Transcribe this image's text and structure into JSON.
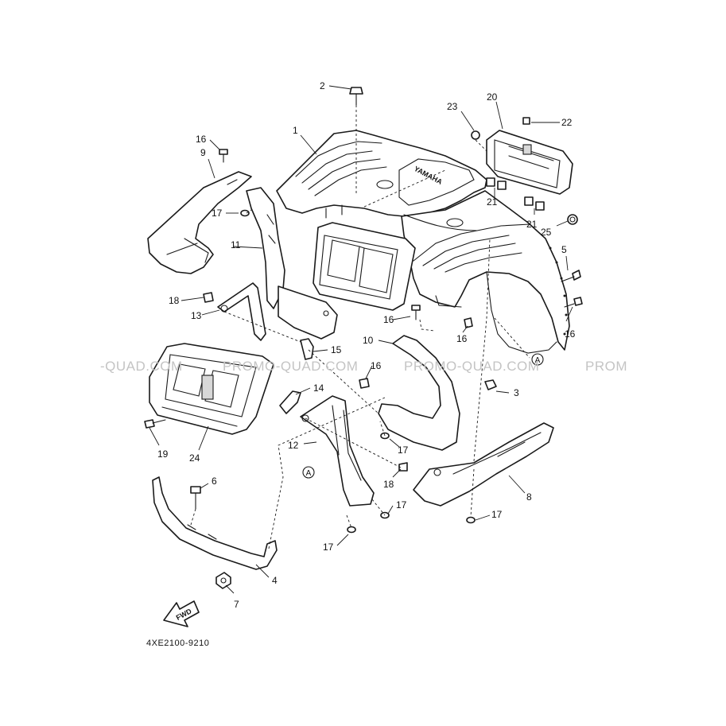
{
  "callouts": [
    {
      "id": "c1",
      "text": "1"
    },
    {
      "id": "c2",
      "text": "2"
    },
    {
      "id": "c3",
      "text": "3"
    },
    {
      "id": "c4",
      "text": "4"
    },
    {
      "id": "c5",
      "text": "5"
    },
    {
      "id": "c6",
      "text": "6"
    },
    {
      "id": "c7",
      "text": "7"
    },
    {
      "id": "c8",
      "text": "8"
    },
    {
      "id": "c9",
      "text": "9"
    },
    {
      "id": "c10",
      "text": "10"
    },
    {
      "id": "c11",
      "text": "11"
    },
    {
      "id": "c12",
      "text": "12"
    },
    {
      "id": "c13",
      "text": "13"
    },
    {
      "id": "c14",
      "text": "14"
    },
    {
      "id": "c15",
      "text": "15"
    },
    {
      "id": "c16a",
      "text": "16"
    },
    {
      "id": "c16b",
      "text": "16"
    },
    {
      "id": "c16c",
      "text": "16"
    },
    {
      "id": "c16d",
      "text": "16"
    },
    {
      "id": "c16e",
      "text": "16"
    },
    {
      "id": "c17a",
      "text": "17"
    },
    {
      "id": "c17b",
      "text": "17"
    },
    {
      "id": "c17c",
      "text": "17"
    },
    {
      "id": "c17d",
      "text": "17"
    },
    {
      "id": "c17e",
      "text": "17"
    },
    {
      "id": "c18a",
      "text": "18"
    },
    {
      "id": "c18b",
      "text": "18"
    },
    {
      "id": "c19",
      "text": "19"
    },
    {
      "id": "c20",
      "text": "20"
    },
    {
      "id": "c21a",
      "text": "21"
    },
    {
      "id": "c21b",
      "text": "21"
    },
    {
      "id": "c22",
      "text": "22"
    },
    {
      "id": "c23",
      "text": "23"
    },
    {
      "id": "c24",
      "text": "24"
    },
    {
      "id": "c25",
      "text": "25"
    }
  ],
  "reference_marker": "A",
  "diagram_code": "4XE2100-9210",
  "fwd_label": "FWD",
  "brand_emblem": "YAMAHA",
  "watermark": [
    "-QUAD.COM",
    "PROMO-QUAD.COM",
    "PROMO-QUAD.COM",
    "PROM"
  ],
  "colors": {
    "line": "#1a1a1a",
    "watermark": "#c4c4c4",
    "background": "#ffffff"
  }
}
